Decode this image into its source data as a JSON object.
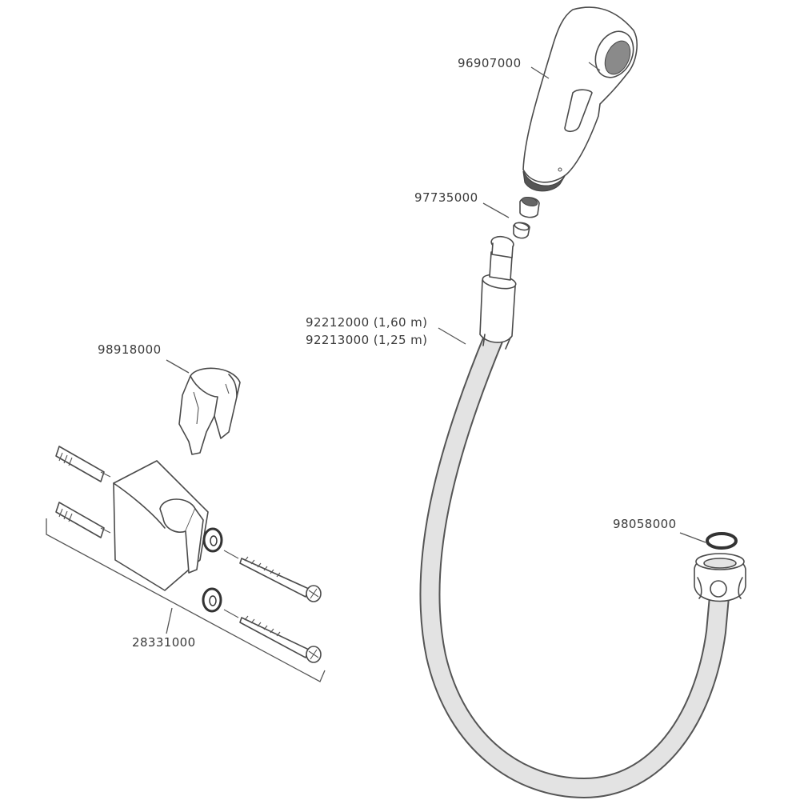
{
  "diagram": {
    "type": "exploded parts diagram",
    "subject": "Hand shower bidet spray set with hose and wall holder",
    "parts": [
      {
        "id": "handshower",
        "label": "96907000",
        "description": "Hand shower / bidet spray head"
      },
      {
        "id": "strainer",
        "label": "97735000",
        "description": "Strainer / flow insert"
      },
      {
        "id": "hose",
        "label_line1": "92212000 (1,60 m)",
        "label_line2": "92213000 (1,25 m)",
        "description": "Shower hose"
      },
      {
        "id": "holder-clip",
        "label": "98918000",
        "description": "Holder insert clip"
      },
      {
        "id": "washer",
        "label": "98058000",
        "description": "Hose seal washer"
      },
      {
        "id": "wall-holder-set",
        "label": "28331000",
        "description": "Wall holder set with dowels, washers and screws"
      }
    ],
    "colors": {
      "line": "#4a4a4a",
      "hose_fill": "#e3e3e3",
      "text": "#3a3a3a",
      "background": "#ffffff"
    }
  }
}
